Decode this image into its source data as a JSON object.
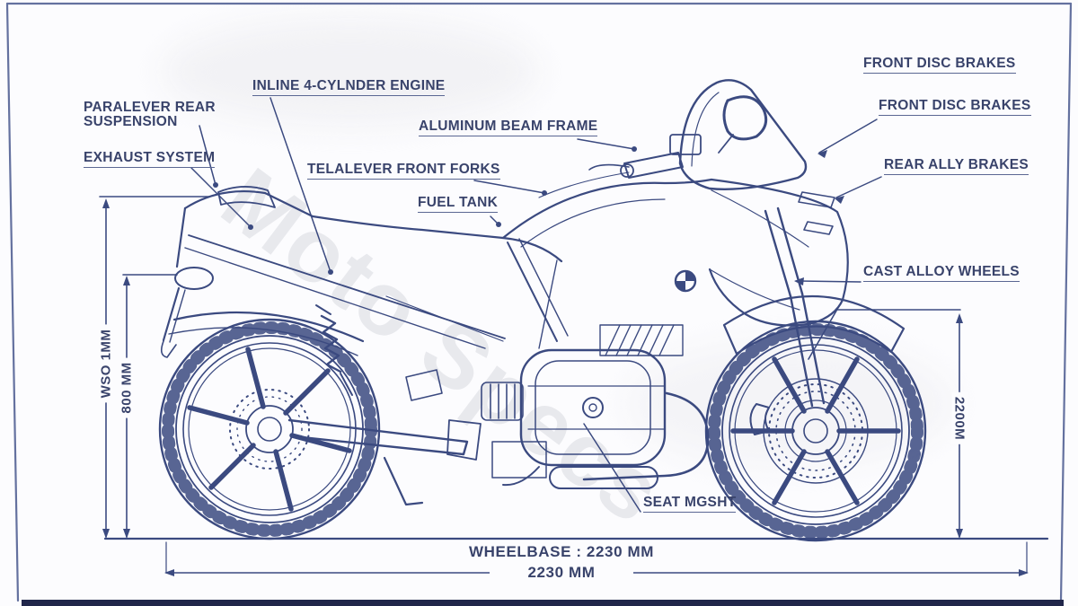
{
  "diagram": {
    "subject": "motorcycle-blueprint",
    "brand_mark": "bmw-roundel",
    "watermark": "Moto Specs"
  },
  "colors": {
    "line": "#3b4a80",
    "text": "#39436b",
    "frame_border": "#64719f",
    "bottom_bar": "#20264a",
    "background": "#fcfcfe",
    "watermark": "#c9cbd4"
  },
  "callouts": {
    "inline_engine": "INLINE 4-CYLNDER ENGINE",
    "paralever_line1": "PARALEVER REAR",
    "paralever_line2": "SUSPENSION",
    "exhaust": "EXHAUST SYSTEM",
    "telelever": "TELALEVER FRONT FORKS",
    "aluminum_frame": "ALUMINUM BEAM FRAME",
    "fuel_tank": "FUEL TANK",
    "front_disc_1": "FRONT DISC BRAKES",
    "front_disc_2": "FRONT DISC BRAKES",
    "rear_brakes": "REAR ALLY BRAKES",
    "cast_wheels": "CAST ALLOY WHEELS",
    "seat_height": "SEAT MGSHT"
  },
  "dimensions": {
    "left_outer": "WSO 1MM",
    "left_inner": "800 MM",
    "right_front": "2200M",
    "wheelbase": "WHEELBASE : 2230 MM",
    "overall_length": "2230 MM"
  }
}
